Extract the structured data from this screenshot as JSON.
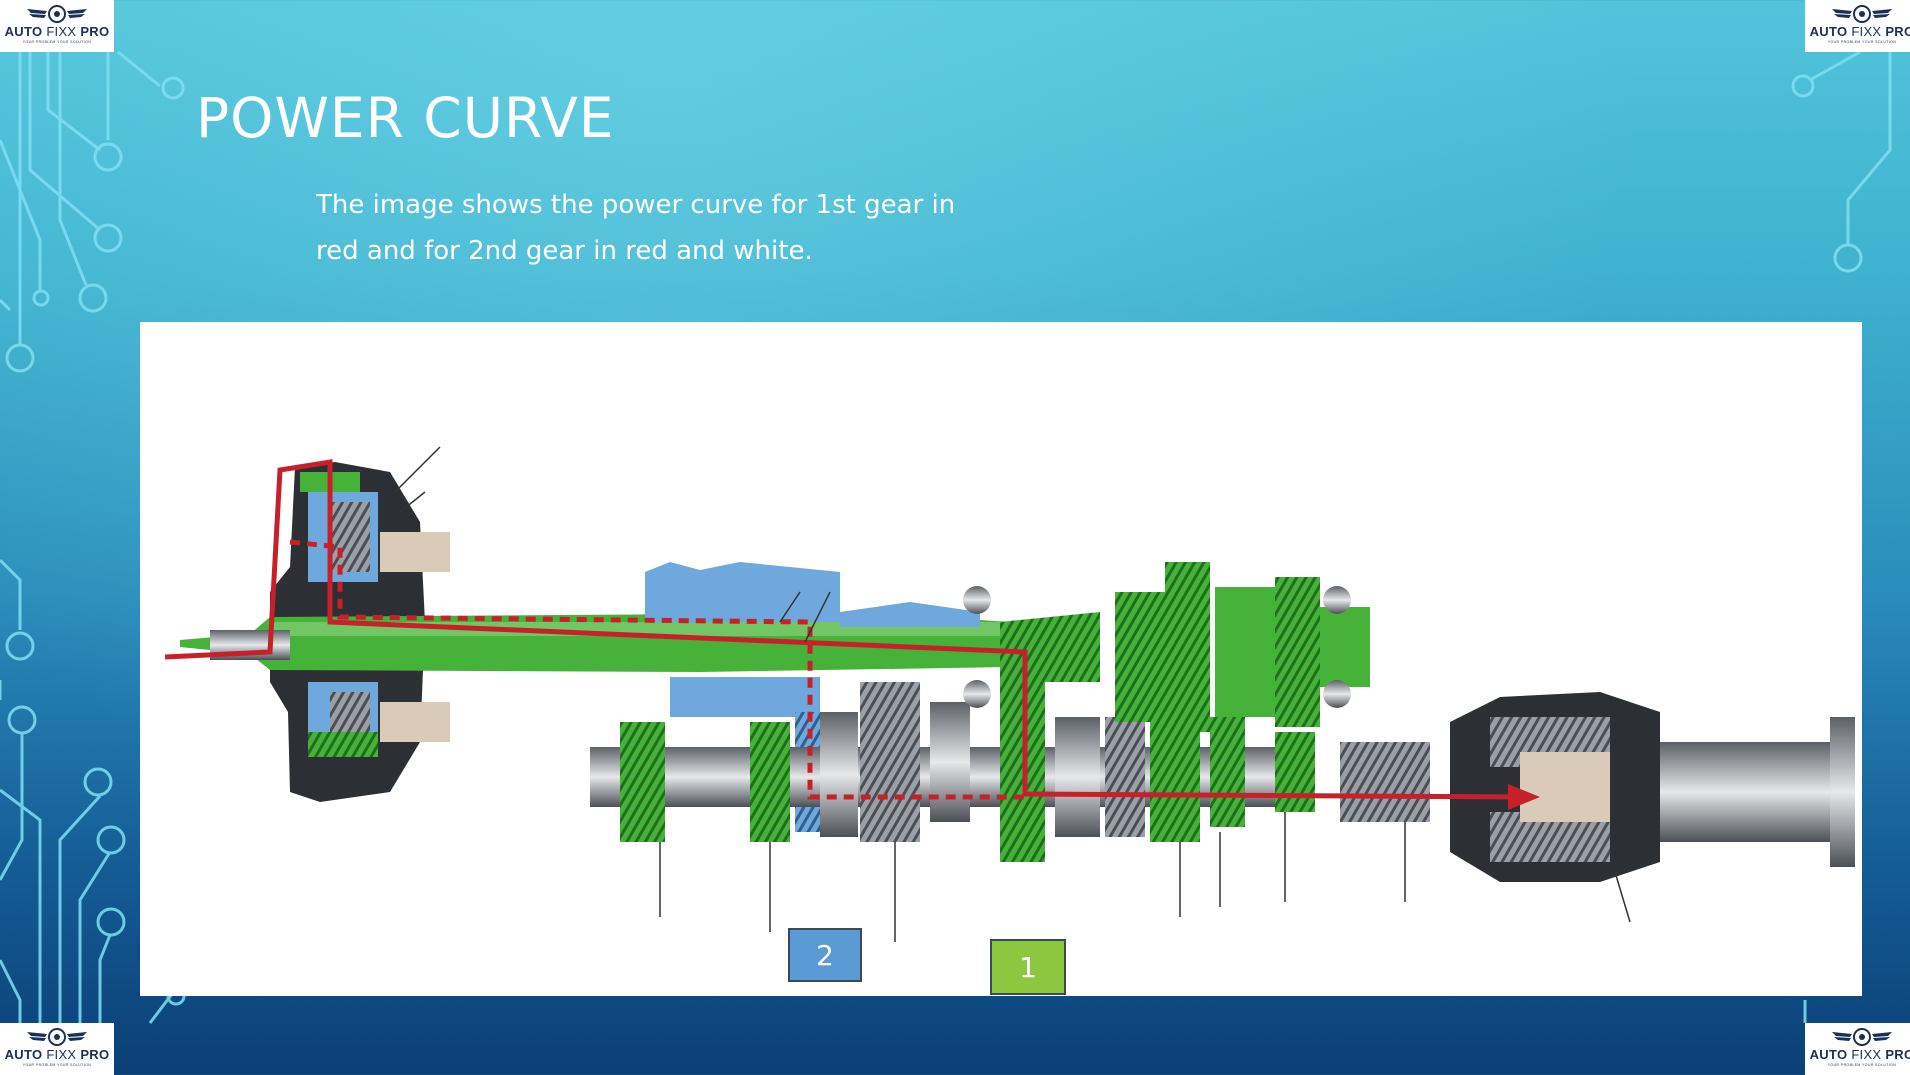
{
  "slide": {
    "title": "POWER CURVE",
    "subtitle": "The image shows the power curve for 1st gear in red and for 2nd gear in red and white."
  },
  "logo": {
    "brand_left": "AUTO ",
    "brand_mid": "FIXX",
    "brand_right": " PRO",
    "tagline": "YOUR PROBLEM YOUR SOLUTION"
  },
  "figure": {
    "labels": {
      "gear_2": "2",
      "gear_1": "1"
    },
    "colors": {
      "gear_2": "#5b9bd5",
      "gear_1": "#8dc63f",
      "power_path": "#c8202a",
      "green_gears": "#3cae2e",
      "blue_gears": "#5b9bd5"
    }
  },
  "theme": {
    "background_top": "#52c4da",
    "background_bottom": "#0b3f77",
    "circuit_color": "#7fe0f3"
  }
}
